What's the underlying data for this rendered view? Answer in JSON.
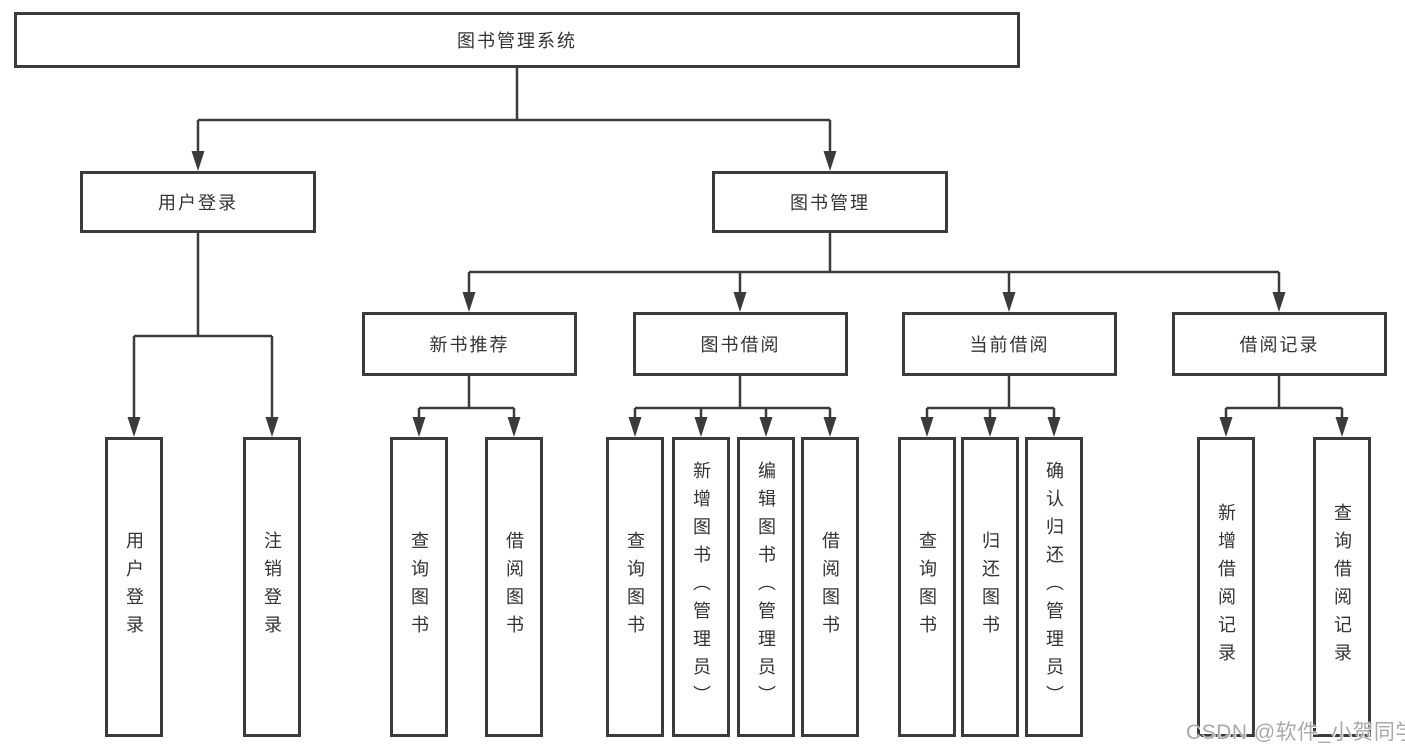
{
  "diagram": {
    "title": "图书管理系统",
    "type": "hierarchy-tree",
    "colors": {
      "line": "#3b3b3b",
      "text": "#333333",
      "background": "#ffffff",
      "watermark": "#a9a9a9"
    },
    "nodes": {
      "root": {
        "label": "图书管理系统"
      },
      "user_login": {
        "label": "用户登录"
      },
      "book_mgmt": {
        "label": "图书管理"
      },
      "new_book_rec": {
        "label": "新书推荐"
      },
      "book_borrow": {
        "label": "图书借阅"
      },
      "current_borrow": {
        "label": "当前借阅"
      },
      "borrow_record": {
        "label": "借阅记录"
      },
      "leaf_user_login": {
        "label": "用户登录"
      },
      "leaf_logout": {
        "label": "注销登录"
      },
      "leaf_rec_query_books": {
        "label": "查询图书"
      },
      "leaf_rec_borrow_books": {
        "label": "借阅图书"
      },
      "leaf_bb_query_books": {
        "label": "查询图书"
      },
      "leaf_bb_add_book_admin": {
        "label": "新增图书（管理员）"
      },
      "leaf_bb_edit_book_admin": {
        "label": "编辑图书（管理员）"
      },
      "leaf_bb_borrow_books": {
        "label": "借阅图书"
      },
      "leaf_cb_query_books": {
        "label": "查询图书"
      },
      "leaf_cb_return_book": {
        "label": "归还图书"
      },
      "leaf_cb_confirm_return_admin": {
        "label": "确认归还（管理员）"
      },
      "leaf_br_add_record": {
        "label": "新增借阅记录"
      },
      "leaf_br_query_record": {
        "label": "查询借阅记录"
      }
    },
    "edges": [
      "root->user_login",
      "root->book_mgmt",
      "user_login->leaf_user_login",
      "user_login->leaf_logout",
      "book_mgmt->new_book_rec",
      "book_mgmt->book_borrow",
      "book_mgmt->current_borrow",
      "book_mgmt->borrow_record",
      "new_book_rec->leaf_rec_query_books",
      "new_book_rec->leaf_rec_borrow_books",
      "book_borrow->leaf_bb_query_books",
      "book_borrow->leaf_bb_add_book_admin",
      "book_borrow->leaf_bb_edit_book_admin",
      "book_borrow->leaf_bb_borrow_books",
      "current_borrow->leaf_cb_query_books",
      "current_borrow->leaf_cb_return_book",
      "current_borrow->leaf_cb_confirm_return_admin",
      "borrow_record->leaf_br_add_record",
      "borrow_record->leaf_br_query_record"
    ],
    "watermark": "CSDN @软件_小贺同学"
  }
}
